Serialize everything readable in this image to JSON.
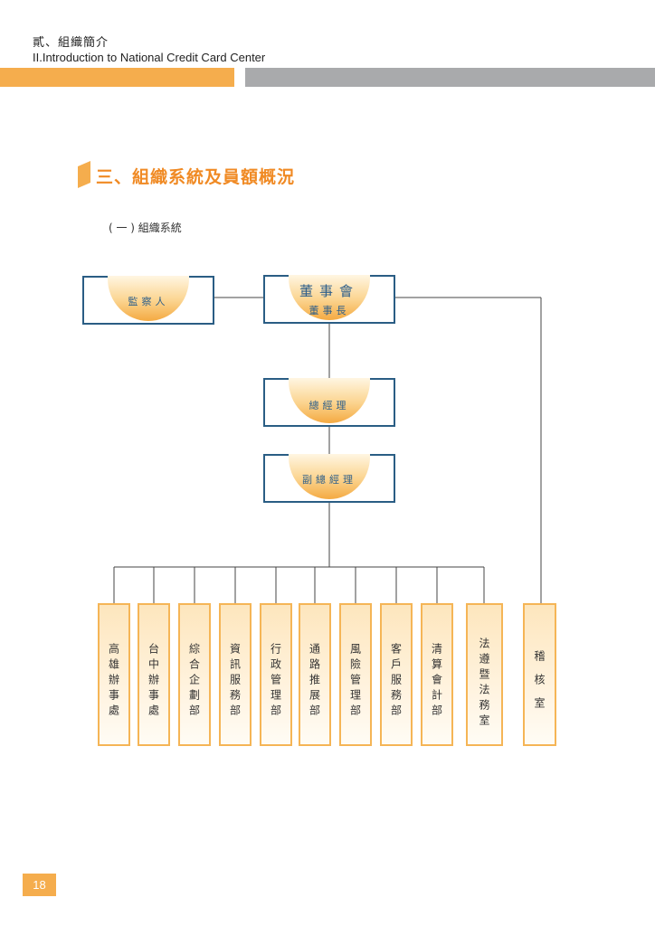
{
  "header": {
    "chapter": "貳、組織簡介",
    "subtitle": "II.Introduction to National Credit Card Center"
  },
  "section": {
    "title": "三、組織系統及員額概況",
    "subtitle": "( 一 ) 組織系統"
  },
  "org": {
    "supervisor": "監察人",
    "board": "董事會",
    "chairman": "董事長",
    "general_manager": "總經理",
    "deputy_gm": "副總經理",
    "departments": [
      "高雄辦事處",
      "台中辦事處",
      "綜合企劃部",
      "資訊服務部",
      "行政管理部",
      "通路推展部",
      "風險管理部",
      "客戶服務部",
      "清算會計部",
      "法遵暨法務室"
    ],
    "audit": "稽核室"
  },
  "page_number": "18",
  "colors": {
    "accent_orange": "#f5ad4d",
    "title_orange": "#f08a24",
    "box_blue": "#2a5d84",
    "bar_gray": "#a9aaac"
  }
}
